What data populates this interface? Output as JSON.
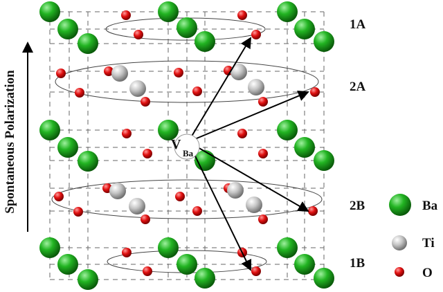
{
  "axis_label": "Spontaneous Polarization",
  "vacancy": {
    "main": "V",
    "sub": "Ba"
  },
  "layers": [
    "1A",
    "2A",
    "2B",
    "1B"
  ],
  "legend": [
    {
      "label": "Ba",
      "color": "#1fb41f"
    },
    {
      "label": "Ti",
      "color": "#c8c8c8"
    },
    {
      "label": "O",
      "color": "#e01010"
    }
  ]
}
